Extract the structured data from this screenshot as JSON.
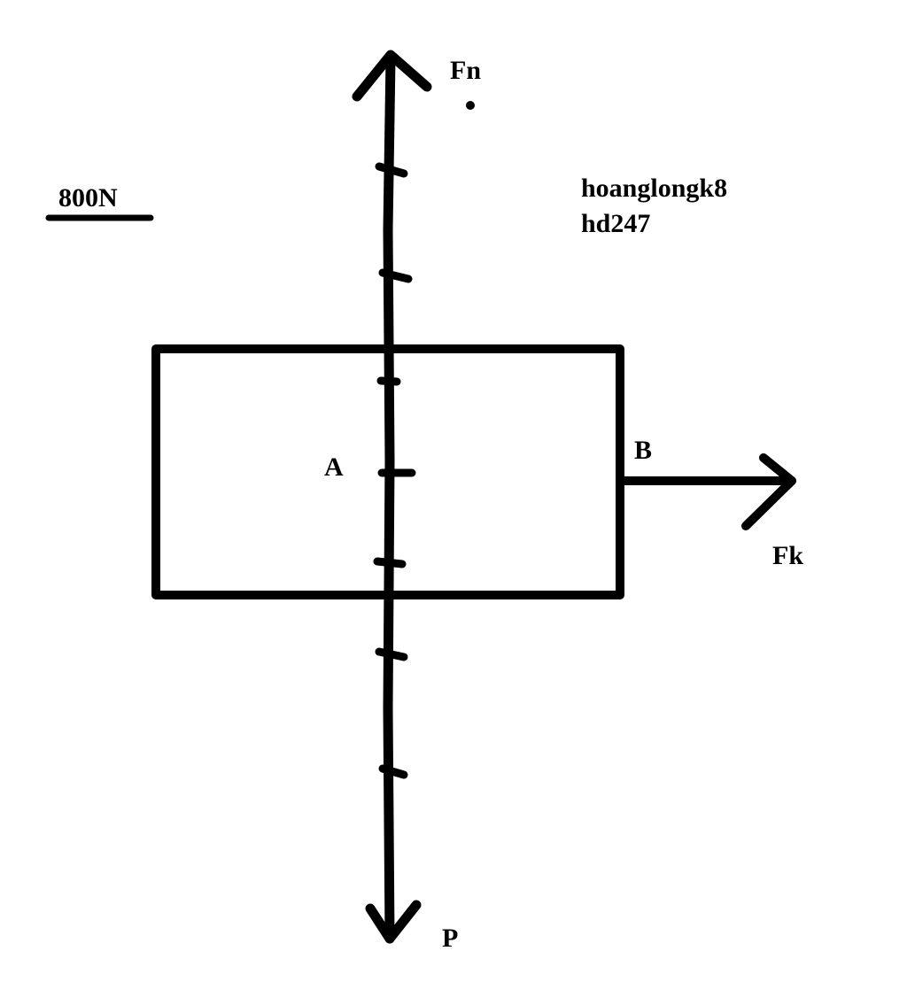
{
  "labels": {
    "normal_force": "Fn",
    "weight": "P",
    "pull_force": "Fk",
    "point_a": "A",
    "point_b": "B",
    "scale": "800N",
    "watermark_line1": "hoanglongk8",
    "watermark_line2": "hd247"
  },
  "colors": {
    "ink": "#000000",
    "background": "#ffffff"
  }
}
